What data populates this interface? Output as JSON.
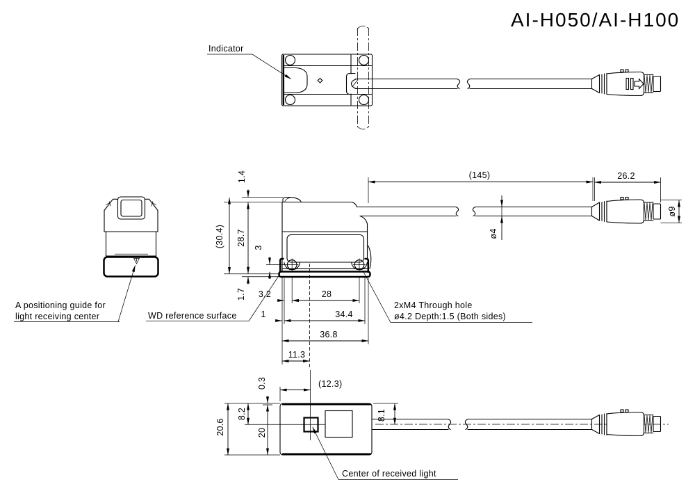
{
  "labels": {
    "title": "AI-H050/AI-H100",
    "indicator": "Indicator",
    "guide_line1": "A positioning guide for",
    "guide_line2": "light receiving center",
    "wd": "WD reference surface",
    "m4_line1": "2xM4 Through hole",
    "m4_line2": "ø4.2 Depth:1.5 (Both sides)",
    "light_center": "Center of received light"
  },
  "dims": {
    "h1_4": "1.4",
    "h30_4": "(30.4)",
    "h28_7": "28.7",
    "h3": "3",
    "h1_7": "1.7",
    "w3_2": "3.2",
    "w28": "28",
    "w1": "1",
    "w34_4": "34.4",
    "w36_8": "36.8",
    "w11_3": "11.3",
    "cable_len": "(145)",
    "conn_len": "26.2",
    "cable_dia": "ø4",
    "conn_dia": "ø9",
    "b0_3": "0.3",
    "b12_3": "(12.3)",
    "b8_2": "8.2",
    "b20_6": "20.6",
    "b20": "20",
    "b8_1": "8.1"
  },
  "colors": {
    "line": "#000000",
    "background": "#ffffff"
  }
}
